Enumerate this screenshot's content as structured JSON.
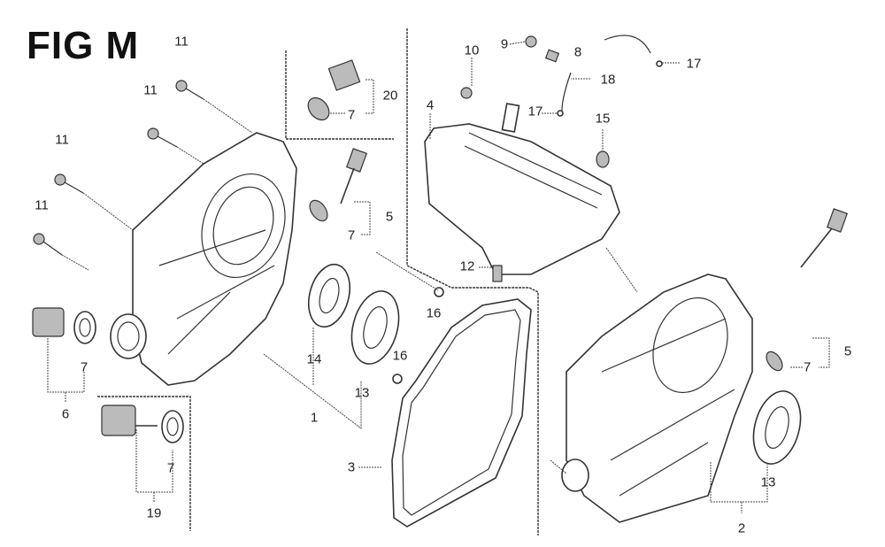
{
  "figure": {
    "title": "FIG M",
    "description": "Exploded parts diagram: crankcase cover, oil tank, gasket, bearings, oil seals, dipsticks and plugs"
  },
  "callouts": [
    {
      "id": "c11a",
      "number": "11",
      "part": "bolt"
    },
    {
      "id": "c11b",
      "number": "11",
      "part": "bolt"
    },
    {
      "id": "c11c",
      "number": "11",
      "part": "bolt"
    },
    {
      "id": "c11d",
      "number": "11",
      "part": "bolt"
    },
    {
      "id": "c20",
      "number": "20",
      "part": "drain plug assembly (boxed)"
    },
    {
      "id": "c7a",
      "number": "7",
      "part": "washer (in box 20)"
    },
    {
      "id": "c10",
      "number": "10",
      "part": "bolt"
    },
    {
      "id": "c9",
      "number": "9",
      "part": "bolt"
    },
    {
      "id": "c8",
      "number": "8",
      "part": "clamp"
    },
    {
      "id": "c17a",
      "number": "17",
      "part": "clip"
    },
    {
      "id": "c18",
      "number": "18",
      "part": "breather tube"
    },
    {
      "id": "c17b",
      "number": "17",
      "part": "clip"
    },
    {
      "id": "c4",
      "number": "4",
      "part": "oil tank"
    },
    {
      "id": "c15",
      "number": "15",
      "part": "o-ring"
    },
    {
      "id": "c5a",
      "number": "5",
      "part": "oil dipstick assembly"
    },
    {
      "id": "c7b",
      "number": "7",
      "part": "o-ring (dipstick)"
    },
    {
      "id": "c12",
      "number": "12",
      "part": "bolt"
    },
    {
      "id": "c16a",
      "number": "16",
      "part": "dowel pin"
    },
    {
      "id": "c14",
      "number": "14",
      "part": "oil seal"
    },
    {
      "id": "c13a",
      "number": "13",
      "part": "ball bearing"
    },
    {
      "id": "c16b",
      "number": "16",
      "part": "dowel pin"
    },
    {
      "id": "c1",
      "number": "1",
      "part": "crankcase cover assembly"
    },
    {
      "id": "c7c",
      "number": "7",
      "part": "washer (plug 6)"
    },
    {
      "id": "c6",
      "number": "6",
      "part": "drain plug assembly"
    },
    {
      "id": "c7d",
      "number": "7",
      "part": "washer (plug 19)"
    },
    {
      "id": "c19",
      "number": "19",
      "part": "drain plug assembly (boxed)"
    },
    {
      "id": "c3",
      "number": "3",
      "part": "gasket"
    },
    {
      "id": "c5b",
      "number": "5",
      "part": "oil dipstick assembly"
    },
    {
      "id": "c7e",
      "number": "7",
      "part": "o-ring (dipstick)"
    },
    {
      "id": "c13b",
      "number": "13",
      "part": "ball bearing"
    },
    {
      "id": "c2",
      "number": "2",
      "part": "crankcase cover assembly (alt)"
    }
  ]
}
